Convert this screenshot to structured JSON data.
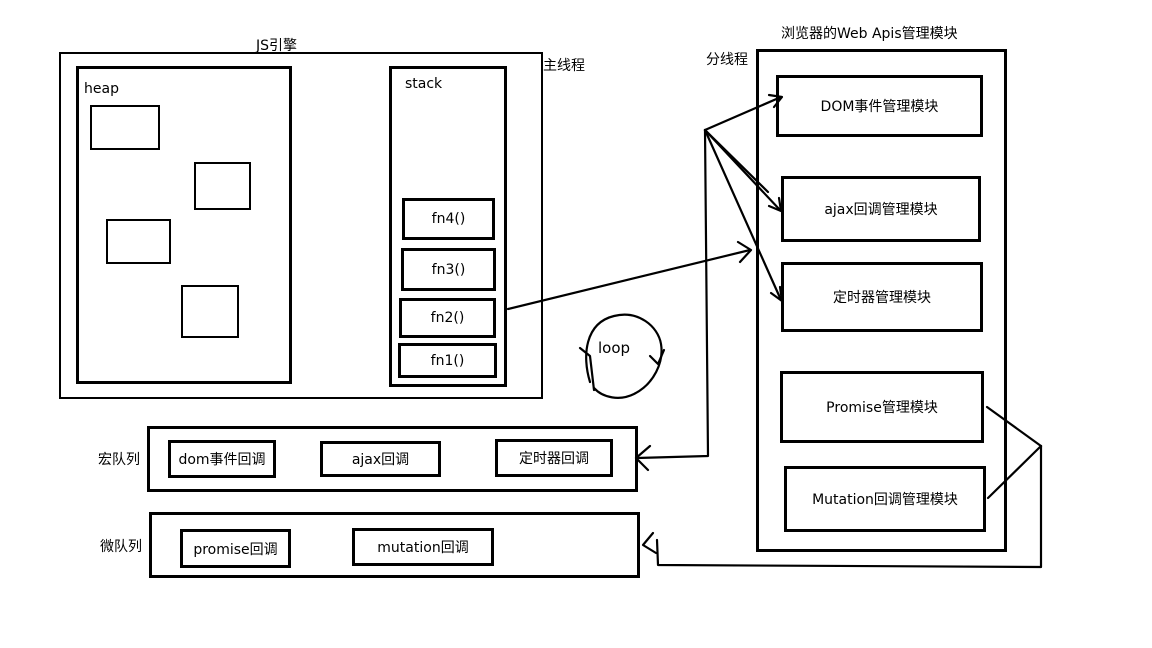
{
  "js_engine": {
    "title": "JS引擎",
    "main_thread_label": "主线程",
    "heap_label": "heap",
    "stack_label": "stack",
    "stack_frames": [
      "fn4()",
      "fn3()",
      "fn2()",
      "fn1()"
    ]
  },
  "web_apis": {
    "title": "浏览器的Web Apis管理模块",
    "worker_thread_label": "分线程",
    "modules": [
      "DOM事件管理模块",
      "ajax回调管理模块",
      "定时器管理模块",
      "Promise管理模块",
      "Mutation回调管理模块"
    ]
  },
  "loop_label": "loop",
  "macro_queue": {
    "label": "宏队列",
    "items": [
      "dom事件回调",
      "ajax回调",
      "定时器回调"
    ]
  },
  "micro_queue": {
    "label": "微队列",
    "items": [
      "promise回调",
      "mutation回调"
    ]
  }
}
